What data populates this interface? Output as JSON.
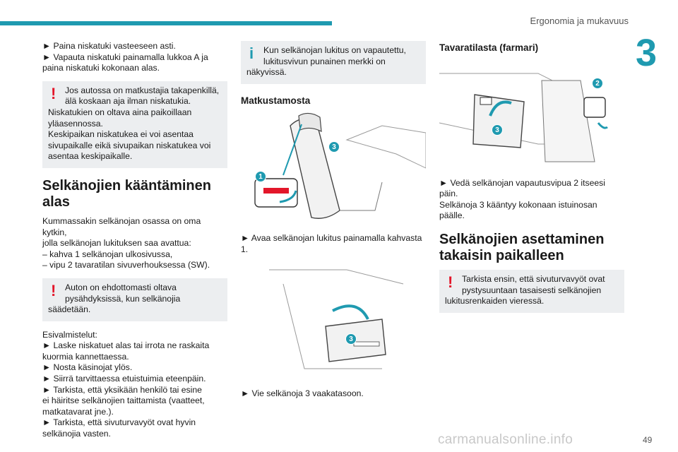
{
  "header": {
    "title": "Ergonomia ja mukavuus",
    "chapter": "3"
  },
  "col1": {
    "p1": [
      "► Paina niskatuki vasteeseen asti.",
      "► Vapauta niskatuki painamalla lukkoa A ja",
      "paina niskatuki kokonaan alas."
    ],
    "warn1": [
      "Jos autossa on matkustajia takapenkillä,",
      "älä koskaan aja ilman niskatukia.",
      "Niskatukien on oltava aina paikoillaan",
      "yläasennossa.",
      "Keskipaikan niskatukea ei voi asentaa",
      "sivupaikalle eikä sivupaikan niskatukea voi",
      "asentaa keskipaikalle."
    ],
    "heading": [
      "Selkänojien kääntäminen",
      "alas"
    ],
    "p2": [
      "Kummassakin selkänojan osassa on oma kytkin,",
      "jolla selkänojan lukituksen saa avattua:",
      "– kahva 1 selkänojan ulkosivussa,",
      "– vipu 2 tavaratilan sivuverhouksessa (SW)."
    ],
    "warn2": [
      "Auton on ehdottomasti oltava",
      "pysähdyksissä, kun selkänojia",
      "säädetään."
    ],
    "p3": [
      "Esivalmistelut:",
      "► Laske niskatuet alas tai irrota ne raskaita",
      "kuormia kannettaessa.",
      "► Nosta käsinojat ylös.",
      "► Siirrä tarvittaessa etuistuimia eteenpäin.",
      "► Tarkista, että yksikään henkilö tai esine",
      "ei häiritse selkänojien taittamista (vaatteet,",
      "matkatavarat jne.).",
      "► Tarkista, että sivuturvavyöt ovat hyvin",
      "selkänojia vasten."
    ]
  },
  "col2": {
    "info": [
      "Kun selkänojan lukitus on vapautettu,",
      "lukitusvivun punainen merkki on",
      "näkyvissä."
    ],
    "sub": "Matkustamosta",
    "fig1_labels": [
      "1",
      "3"
    ],
    "p1": [
      "► Avaa selkänojan lukitus painamalla kahvasta",
      "1."
    ],
    "fig2_labels": [
      "3"
    ],
    "p2": [
      "► Vie selkänoja 3 vaakatasoon."
    ]
  },
  "col3": {
    "sub": "Tavaratilasta (farmari)",
    "fig_labels": [
      "2",
      "3"
    ],
    "p1": [
      "► Vedä selkänojan vapautusvipua 2 itseesi",
      "päin.",
      "Selkänoja 3 kääntyy kokonaan istuinosan päälle."
    ],
    "heading": [
      "Selkänojien asettaminen",
      "takaisin paikalleen"
    ],
    "warn": [
      "Tarkista ensin, että sivuturvavyöt ovat",
      "pystysuuntaan tasaisesti selkänojien",
      "lukitusrenkaiden vieressä."
    ]
  },
  "footer": {
    "page": "49",
    "watermark": "carmanualsonline.info"
  }
}
